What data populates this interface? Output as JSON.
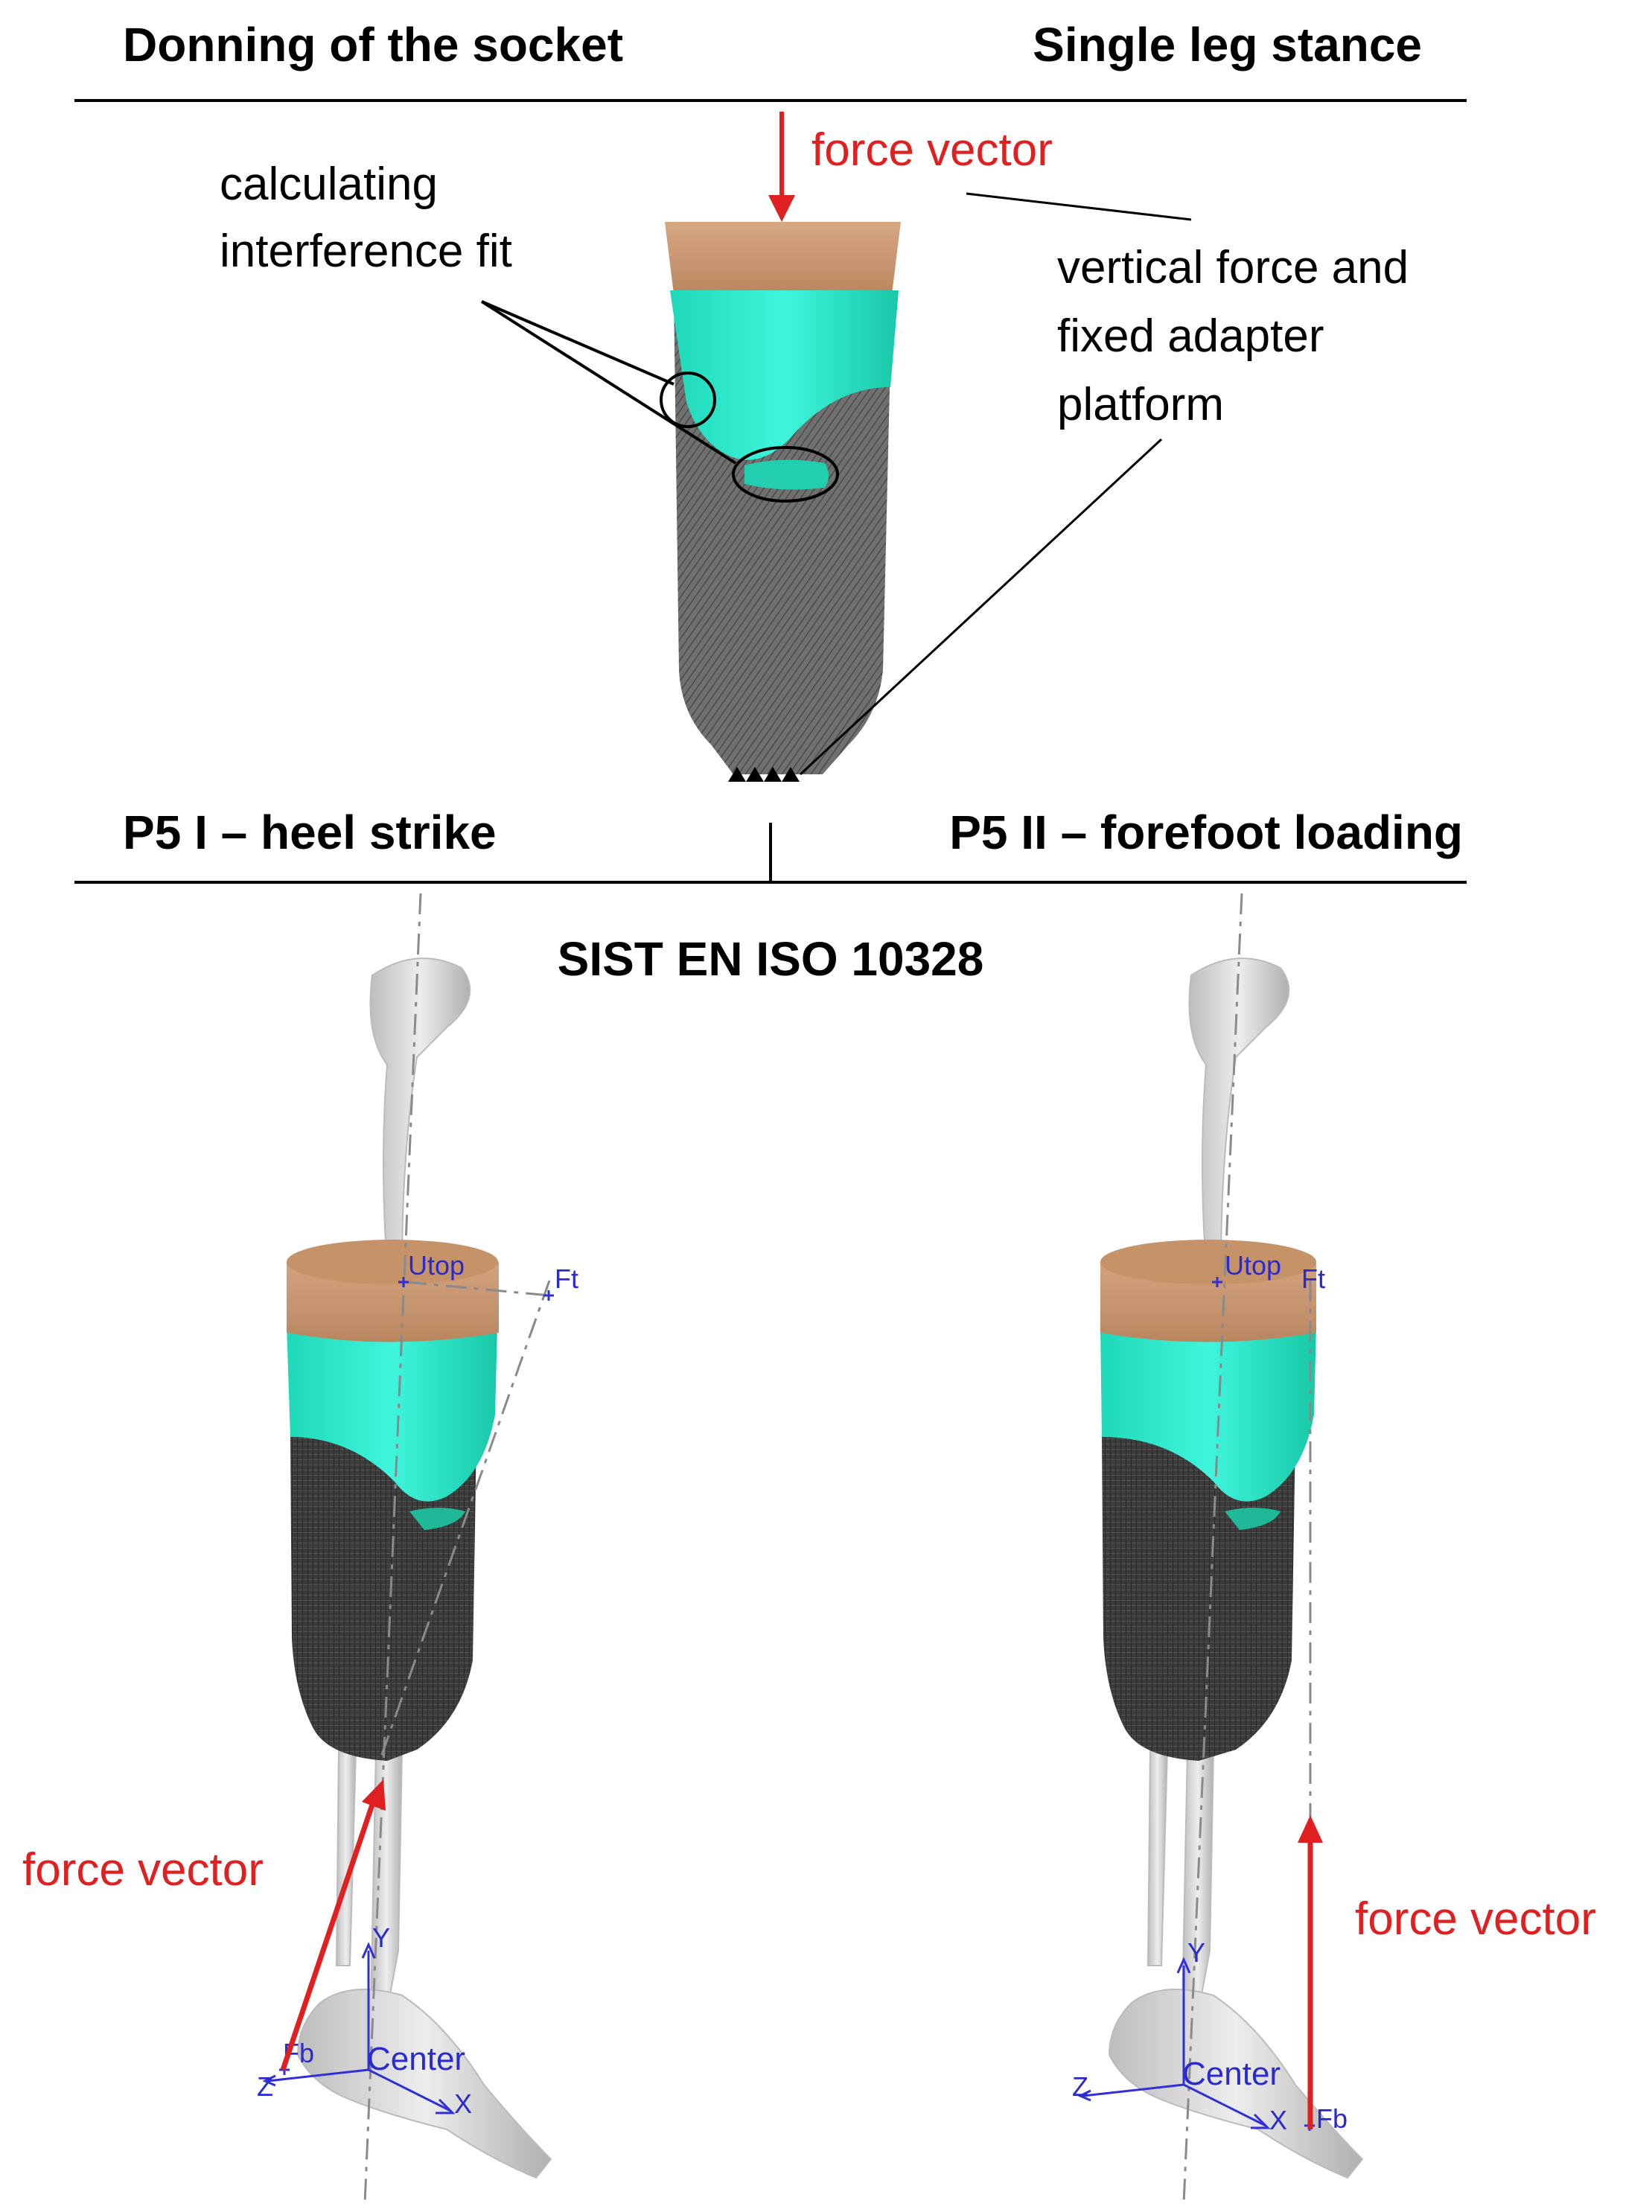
{
  "top": {
    "left_header": "Donning of the socket",
    "right_header": "Single leg stance",
    "force_vector": "force vector",
    "interference_line1": "calculating",
    "interference_line2": "interference fit",
    "vertical_line1": "vertical force and",
    "vertical_line2": "fixed adapter",
    "vertical_line3": "platform"
  },
  "bottom": {
    "left_header": "P5 I – heel strike",
    "right_header": "P5 II – forefoot loading",
    "standard": "SIST EN ISO 10328",
    "left_force_vector": "force vector",
    "right_force_vector": "force vector"
  },
  "cad_labels": {
    "utop": "Utop",
    "ft": "Ft",
    "fb": "Fb",
    "y": "Y",
    "z": "Z",
    "x": "X",
    "center": "Center"
  },
  "colors": {
    "force": "#e02020",
    "liner": "#28e8c8",
    "adapter": "#c8946a",
    "socket": "#5e5e5e",
    "cad": "#2a2ad0"
  }
}
